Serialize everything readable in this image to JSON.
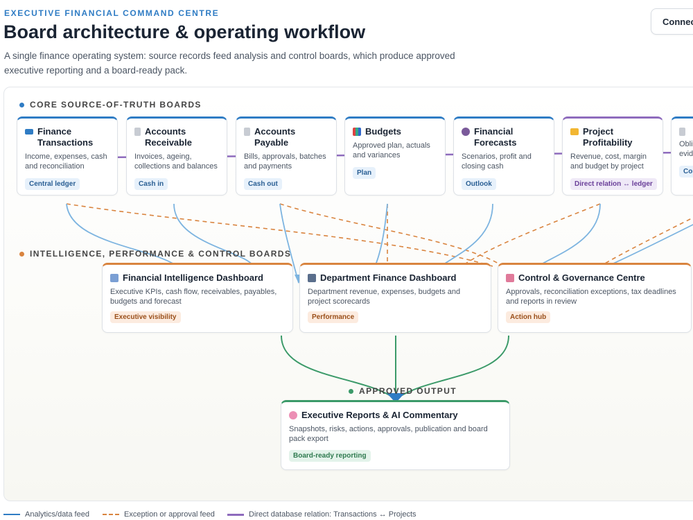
{
  "header": {
    "eyebrow": "EXECUTIVE FINANCIAL COMMAND CENTRE",
    "title": "Board architecture & operating workflow",
    "subtitle": "A single finance operating system: source records feed analysis and control boards, which produce approved executive reporting and a board-ready pack.",
    "connect_label": "Connec"
  },
  "colors": {
    "blue": "#2f7cc4",
    "orange": "#d9843f",
    "purple": "#8e6bbd",
    "green": "#3b9a69"
  },
  "sections": {
    "core": "CORE SOURCE-OF-TRUTH BOARDS",
    "intelligence": "INTELLIGENCE, PERFORMANCE & CONTROL BOARDS",
    "output": "APPROVED OUTPUT"
  },
  "core_boards": [
    {
      "icon": "credit-card-icon",
      "title": "Finance Transactions",
      "desc": "Income, expenses, cash and reconciliation",
      "tag": "Central ledger"
    },
    {
      "icon": "document-icon",
      "title": "Accounts Receivable",
      "desc": "Invoices, ageing, collections and balances",
      "tag": "Cash in"
    },
    {
      "icon": "document-icon",
      "title": "Accounts Payable",
      "desc": "Bills, approvals, batches and payments",
      "tag": "Cash out"
    },
    {
      "icon": "bar-chart-icon",
      "title": "Budgets",
      "desc": "Approved plan, actuals and variances",
      "tag": "Plan"
    },
    {
      "icon": "crystal-ball-icon",
      "title": "Financial Forecasts",
      "desc": "Scenarios, profit and closing cash",
      "tag": "Outlook"
    },
    {
      "icon": "folder-icon",
      "title": "Project Profitability",
      "desc": "Revenue, cost, margin and budget by project",
      "tag": "Direct relation ↔ ledger"
    },
    {
      "icon": "document-icon",
      "title": "",
      "desc": "Obli evid",
      "tag": "Cor"
    }
  ],
  "intel_boards": [
    {
      "icon": "trend-chart-icon",
      "title": "Financial Intelligence Dashboard",
      "desc": "Executive KPIs, cash flow, receivables, payables, budgets and forecast",
      "tag": "Executive visibility"
    },
    {
      "icon": "building-icon",
      "title": "Department Finance Dashboard",
      "desc": "Department revenue, expenses, budgets and project scorecards",
      "tag": "Performance"
    },
    {
      "icon": "syringe-icon",
      "title": "Control & Governance Centre",
      "desc": "Approvals, reconciliation exceptions, tax deadlines and reports in review",
      "tag": "Action hub"
    }
  ],
  "output_board": {
    "icon": "brain-icon",
    "title": "Executive Reports & AI Commentary",
    "desc": "Snapshots, risks, actions, approvals, publication and board pack export",
    "tag": "Board-ready reporting"
  },
  "legend": [
    {
      "label": "Analytics/data feed",
      "style": "solid",
      "color": "#2f7cc4"
    },
    {
      "label": "Exception or approval feed",
      "style": "dashed",
      "color": "#d9843f"
    },
    {
      "label": "Direct database relation: Transactions ↔ Projects",
      "style": "solid",
      "color": "#8e6bbd"
    }
  ]
}
